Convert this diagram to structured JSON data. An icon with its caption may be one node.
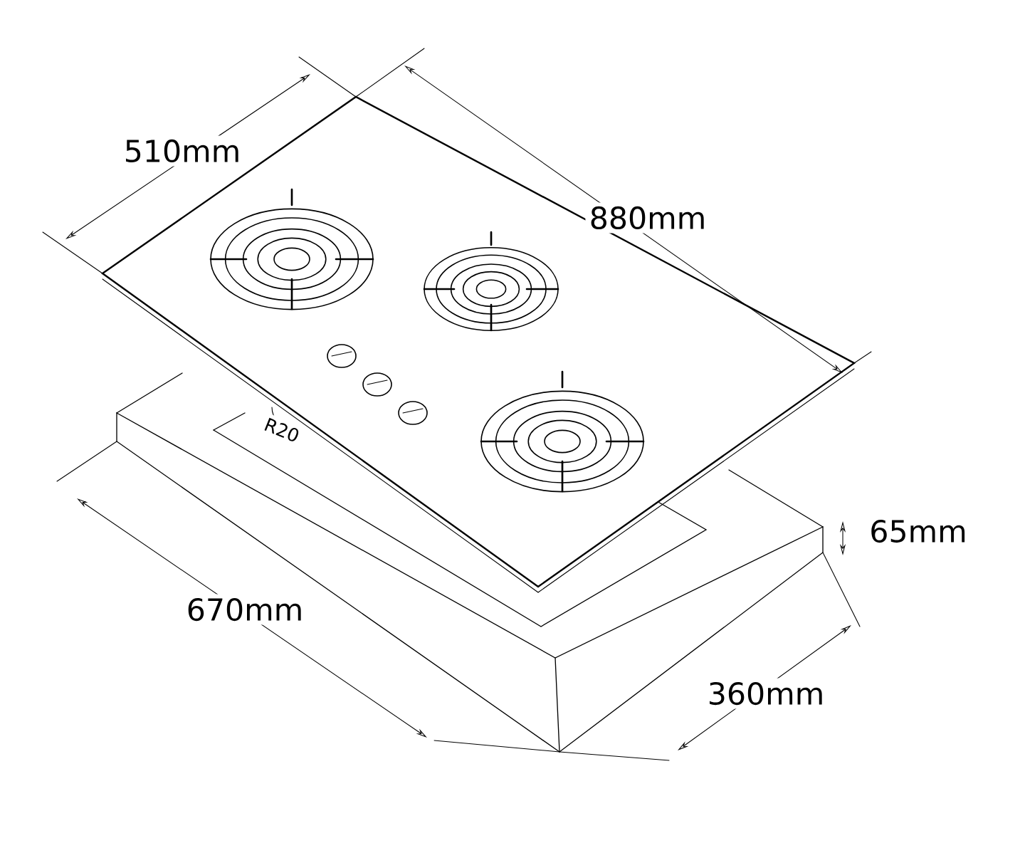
{
  "diagram": {
    "labels": [
      "510mm",
      "880mm",
      "R20",
      "65mm",
      "670mm",
      "360mm"
    ]
  }
}
